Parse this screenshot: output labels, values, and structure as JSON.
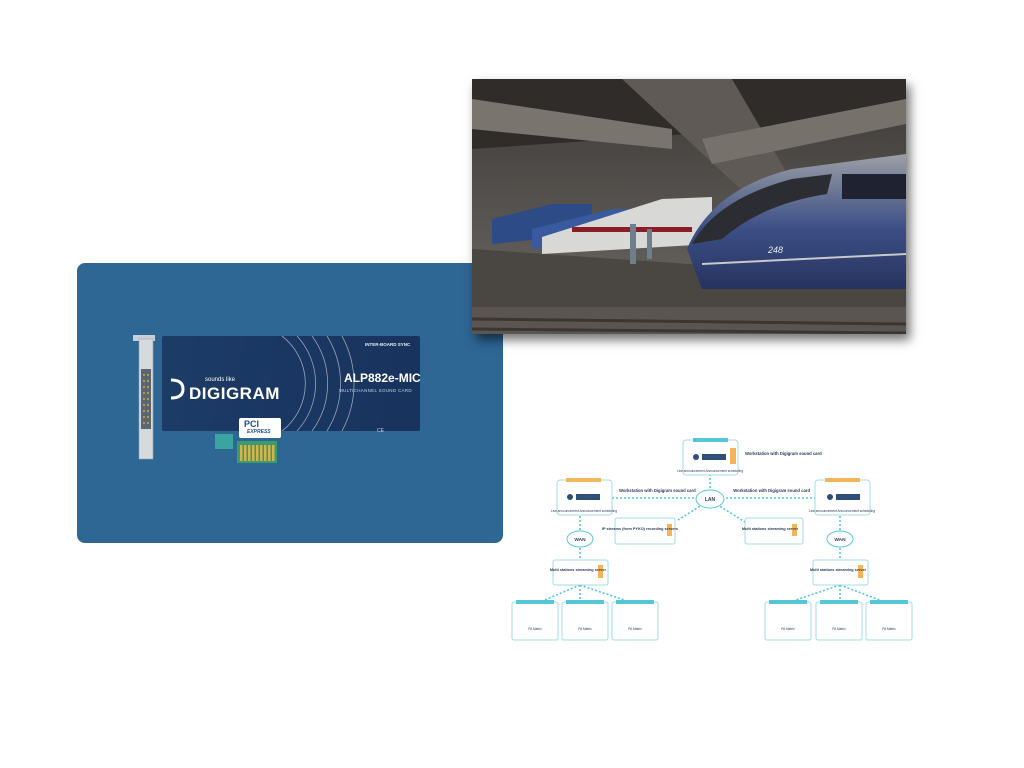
{
  "card": {
    "brand_small": "sounds like",
    "brand": "DIGIGRAM",
    "model": "ALP882e-MIC",
    "subtitle": "MULTICHANNEL SOUND CARD",
    "inter_board": "INTER-BOARD SYNC",
    "pci_top": "PCI",
    "pci_bottom": "EXPRESS",
    "ce_mark": "CE"
  },
  "diagram": {
    "lan": "LAN",
    "wan_left": "WAN",
    "wan_right": "WAN",
    "workstation_top": "Workstation with Digigram sound card",
    "workstation_left": "Workstation with Digigram sound card",
    "workstation_right": "Workstation with Digigram sound card",
    "live_announce": "Live announcement Announcement scheduling",
    "ip_streams": "IP streams (from PYKO) recording servers",
    "multi_center": "Multi stations streaming server",
    "multi_left": "Multi stations streaming server",
    "multi_right": "Multi stations streaming server",
    "pa_matrix": "PA Matrix"
  }
}
